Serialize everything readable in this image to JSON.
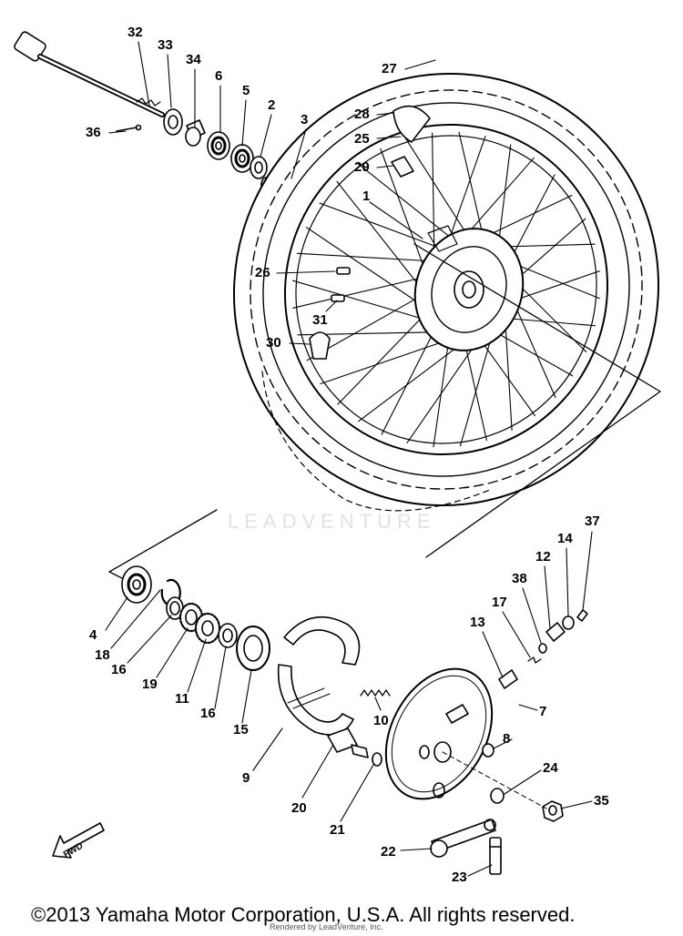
{
  "callouts": [
    {
      "id": "c32",
      "text": "32"
    },
    {
      "id": "c33",
      "text": "33"
    },
    {
      "id": "c34",
      "text": "34"
    },
    {
      "id": "c6",
      "text": "6"
    },
    {
      "id": "c5",
      "text": "5"
    },
    {
      "id": "c2",
      "text": "2"
    },
    {
      "id": "c3",
      "text": "3"
    },
    {
      "id": "c36",
      "text": "36"
    },
    {
      "id": "c27",
      "text": "27"
    },
    {
      "id": "c28",
      "text": "28"
    },
    {
      "id": "c25",
      "text": "25"
    },
    {
      "id": "c29",
      "text": "29"
    },
    {
      "id": "c1",
      "text": "1"
    },
    {
      "id": "c26",
      "text": "26"
    },
    {
      "id": "c31",
      "text": "31"
    },
    {
      "id": "c30",
      "text": "30"
    },
    {
      "id": "c37",
      "text": "37"
    },
    {
      "id": "c14",
      "text": "14"
    },
    {
      "id": "c12",
      "text": "12"
    },
    {
      "id": "c38",
      "text": "38"
    },
    {
      "id": "c17",
      "text": "17"
    },
    {
      "id": "c13",
      "text": "13"
    },
    {
      "id": "c7",
      "text": "7"
    },
    {
      "id": "c8",
      "text": "8"
    },
    {
      "id": "c4",
      "text": "4"
    },
    {
      "id": "c18",
      "text": "18"
    },
    {
      "id": "c16a",
      "text": "16"
    },
    {
      "id": "c19",
      "text": "19"
    },
    {
      "id": "c11",
      "text": "11"
    },
    {
      "id": "c16b",
      "text": "16"
    },
    {
      "id": "c15",
      "text": "15"
    },
    {
      "id": "c10",
      "text": "10"
    },
    {
      "id": "c9",
      "text": "9"
    },
    {
      "id": "c20",
      "text": "20"
    },
    {
      "id": "c21",
      "text": "21"
    },
    {
      "id": "c24",
      "text": "24"
    },
    {
      "id": "c35",
      "text": "35"
    },
    {
      "id": "c22",
      "text": "22"
    },
    {
      "id": "c23",
      "text": "23"
    }
  ],
  "fwd_label": "FWD",
  "watermark": "LEADVENTURE",
  "footer": {
    "copyright": "©2013 Yamaha Motor Corporation, U.S.A. All rights reserved.",
    "credit": "Rendered by LeadVenture, Inc."
  }
}
